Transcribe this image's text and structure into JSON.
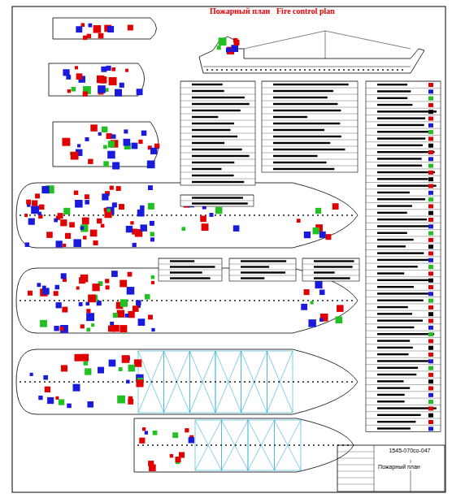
{
  "diagram": {
    "title": "Пожарный план",
    "nodes": [
      {
        "text": [
          "1545-070со-047"
        ]
      },
      {
        "text": [
          "Пожарный план"
        ]
      }
    ],
    "labels": [
      "Fire control plan"
    ]
  }
}
